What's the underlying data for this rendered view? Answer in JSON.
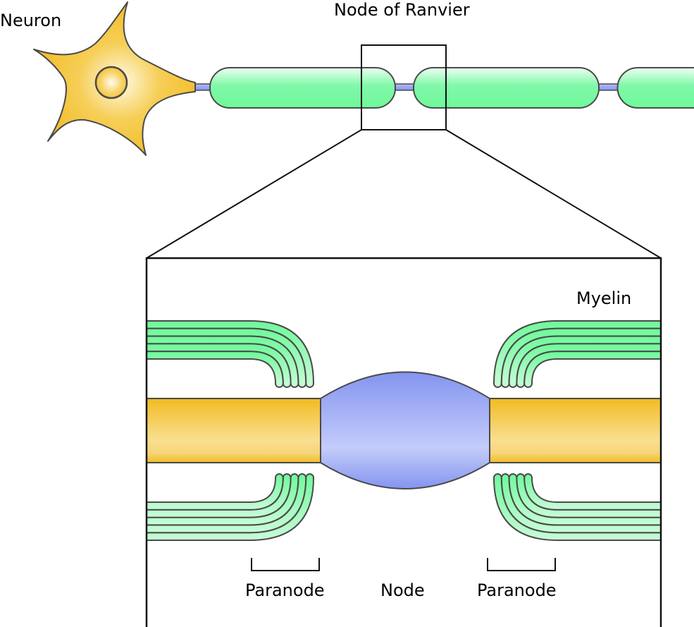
{
  "title": "Node of Ranvier",
  "labels": {
    "neuron": "Neuron",
    "node_of_ranvier": "Node of Ranvier",
    "myelin": "Myelin",
    "paranode_left": "Paranode",
    "node": "Node",
    "paranode_right": "Paranode"
  },
  "colors": {
    "myelin_light": "#c8fcd8",
    "myelin_dark": "#6ff99a",
    "axon_dark": "#f2bb22",
    "axon_light": "#f8df90",
    "node_top": "#8494f0",
    "node_mid": "#c4ccfa",
    "stroke": "#4a4a4a"
  },
  "myelin_layer_count": 5
}
